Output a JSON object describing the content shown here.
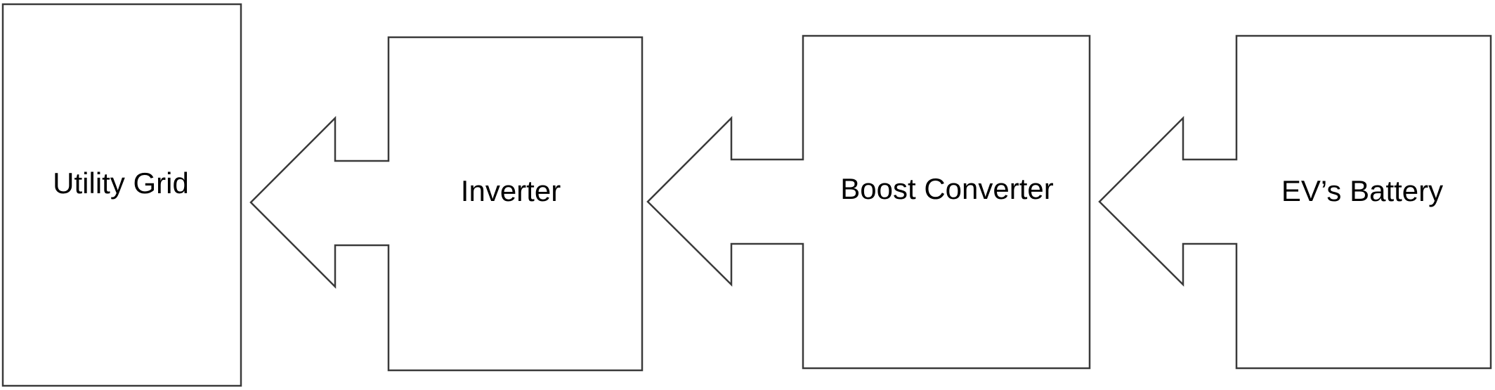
{
  "diagram": {
    "blocks": [
      {
        "id": "utility-grid",
        "label": "Utility Grid"
      },
      {
        "id": "inverter",
        "label": "Inverter"
      },
      {
        "id": "boost-converter",
        "label": "Boost Converter"
      },
      {
        "id": "ev-battery",
        "label": "EV’s Battery"
      }
    ],
    "flow": "right-to-left",
    "stroke_color": "#3a3a3a",
    "fill_color": "#ffffff"
  }
}
